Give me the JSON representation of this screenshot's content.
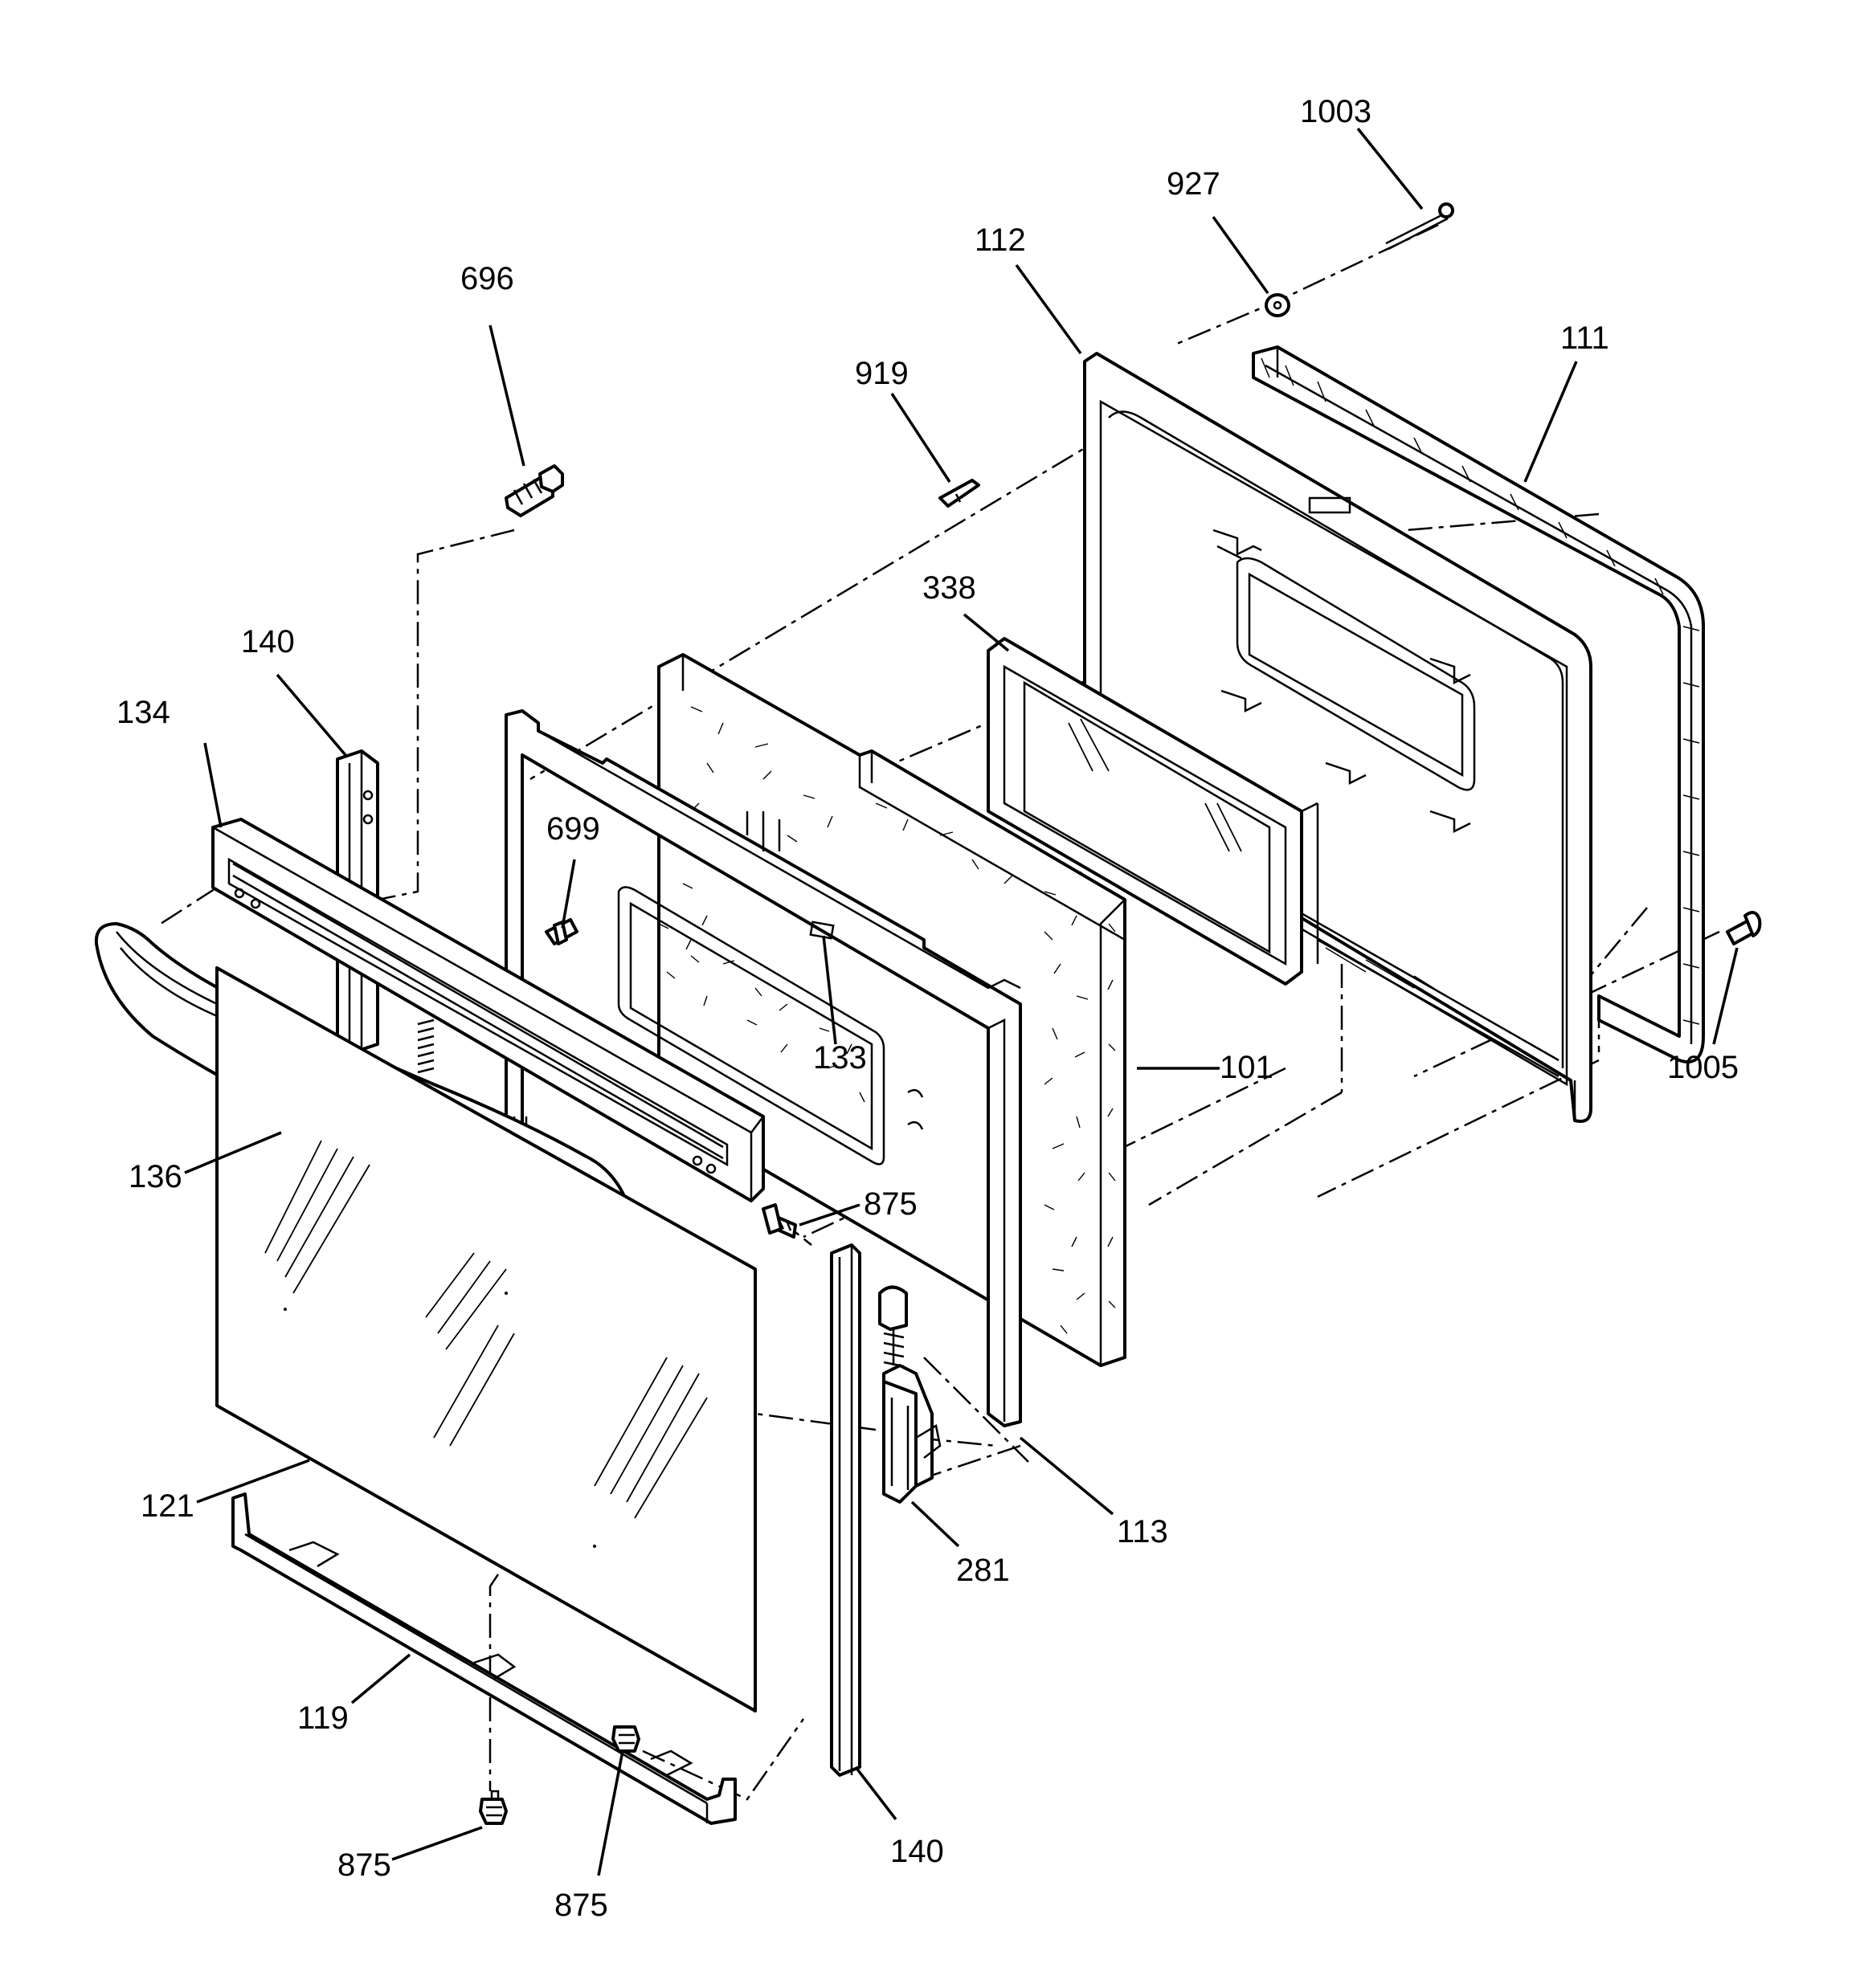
{
  "labels": {
    "l1003": "1003",
    "l927": "927",
    "l112": "112",
    "l111": "111",
    "l919": "919",
    "l696": "696",
    "l338": "338",
    "l140_top": "140",
    "l134": "134",
    "l699": "699",
    "l133": "133",
    "l101": "101",
    "l1005": "1005",
    "l136": "136",
    "l875_mid": "875",
    "l121": "121",
    "l113": "113",
    "l281": "281",
    "l119": "119",
    "l875_left": "875",
    "l875_bottom": "875",
    "l140_bottom": "140"
  }
}
